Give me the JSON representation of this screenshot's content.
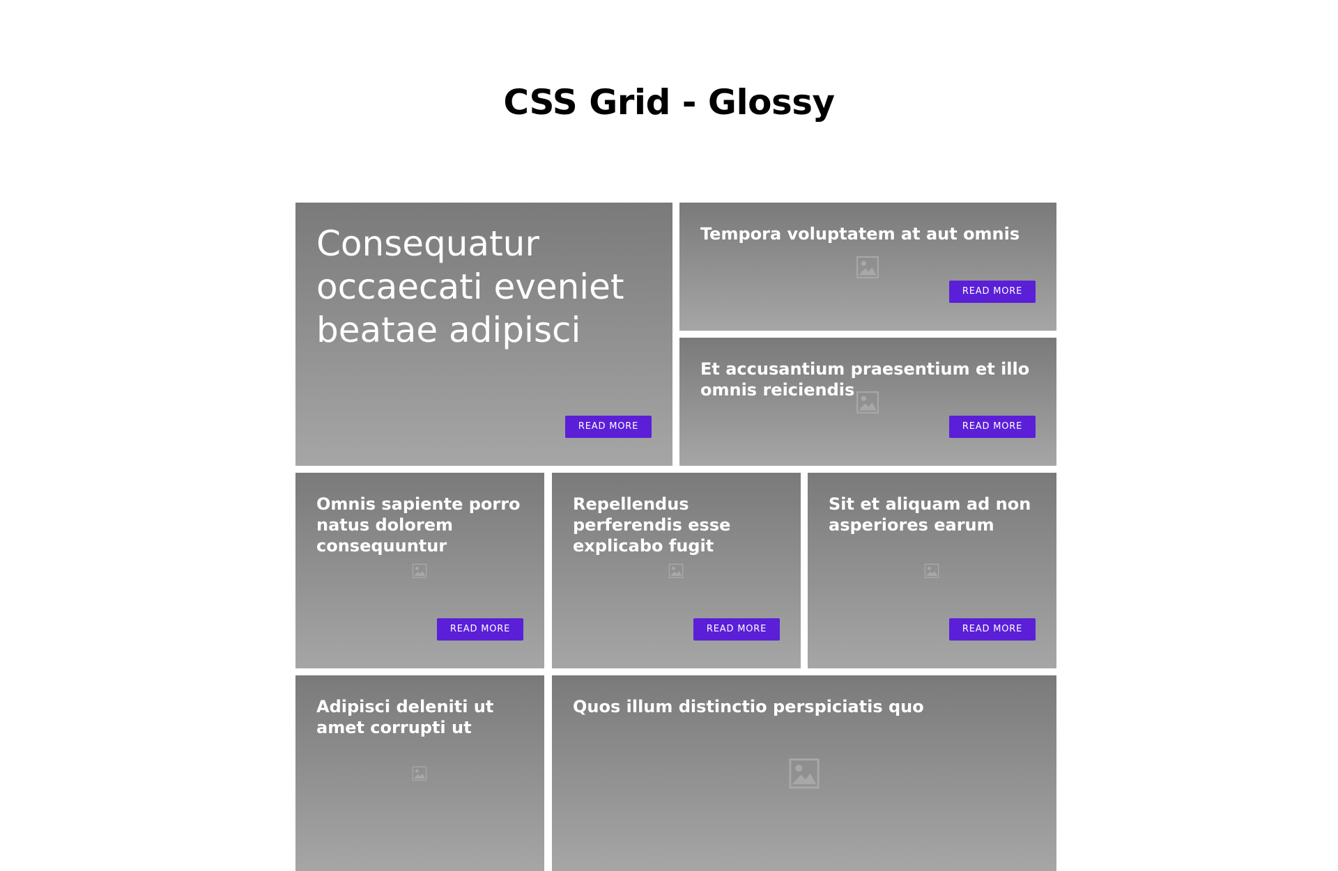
{
  "page": {
    "title": "CSS Grid - Glossy"
  },
  "colors": {
    "button_bg": "#5b1fd8",
    "card_gradient_top": "#7a7a7a",
    "card_gradient_bottom": "#a6a6a6",
    "placeholder_icon": "#a8a8a8"
  },
  "icons": {
    "image_placeholder": "image-placeholder-icon"
  },
  "cards": [
    {
      "title": "Consequatur occaecati eveniet beatae adipisci",
      "button": "READ MORE"
    },
    {
      "title": "Tempora voluptatem at aut omnis",
      "button": "READ MORE"
    },
    {
      "title": "Et accusantium praesentium et illo omnis reiciendis",
      "button": "READ MORE"
    },
    {
      "title": "Omnis sapiente porro natus dolorem consequuntur",
      "button": "READ MORE"
    },
    {
      "title": "Repellendus perferendis esse explicabo fugit",
      "button": "READ MORE"
    },
    {
      "title": "Sit et aliquam ad non asperiores earum",
      "button": "READ MORE"
    },
    {
      "title": "Adipisci deleniti ut amet corrupti ut"
    },
    {
      "title": "Quos illum distinctio perspiciatis quo"
    }
  ]
}
